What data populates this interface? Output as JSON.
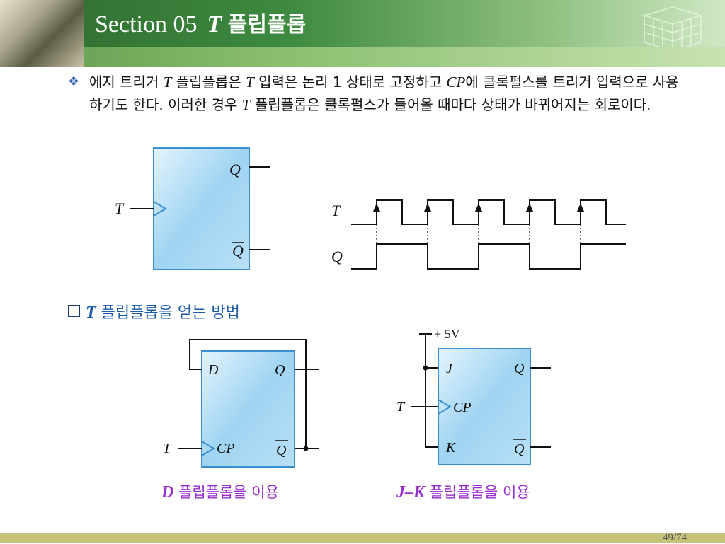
{
  "header": {
    "section_label": "Section 05",
    "title_var": "T",
    "title_text": "플립플롭"
  },
  "bullet": {
    "text_parts": [
      "에지 트리거 ",
      "T",
      " 플립플롭은 ",
      "T",
      " 입력은 논리 1 상태로 고정하고 ",
      "CP",
      "에 클록펄스를 트리거 입력으로 사용하기도 한다. 이러한 경우 ",
      "T",
      " 플립플롭은 클록펄스가 들어올 때마다 상태가 바뀌어지는 회로이다."
    ]
  },
  "diagram1": {
    "input": "T",
    "out_q": "Q",
    "out_qbar": "Q"
  },
  "timing": {
    "label_t": "T",
    "label_q": "Q"
  },
  "subheading": {
    "var": "T",
    "text": " 플립플롭을 얻는 방법"
  },
  "diagram_d": {
    "in_d": "D",
    "in_cp": "CP",
    "out_q": "Q",
    "out_qbar": "Q",
    "ext_t": "T"
  },
  "diagram_jk": {
    "supply": "+ 5V",
    "in_j": "J",
    "in_cp": "CP",
    "in_k": "K",
    "out_q": "Q",
    "out_qbar": "Q",
    "ext_t": "T"
  },
  "captions": {
    "d_var": "D",
    "d_text": " 플립플롭을 이용",
    "jk_var": "J–K",
    "jk_text": " 플립플롭을 이용"
  },
  "page": "49/74",
  "colors": {
    "block_fill": "#9fd4f2",
    "block_border": "#3a8fd0",
    "caption": "#9a2fd0",
    "subhead": "#1a5aa8"
  }
}
